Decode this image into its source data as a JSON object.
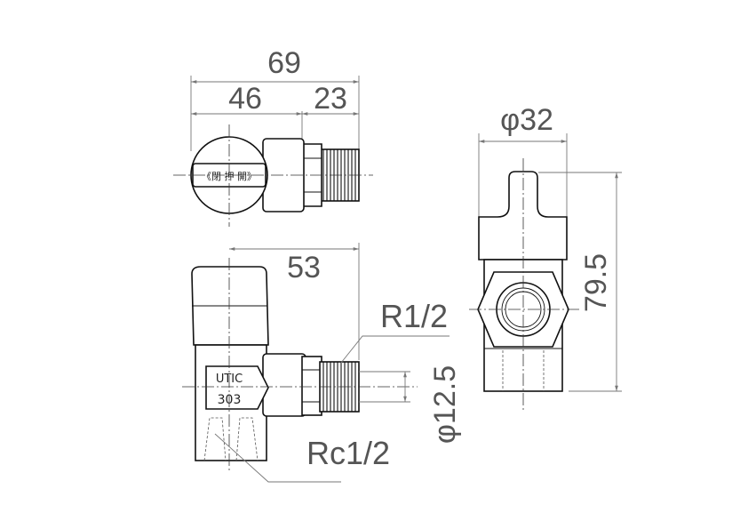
{
  "dimensions": {
    "overall_width": "69",
    "body_width": "46",
    "thread_length": "23",
    "height_to_center": "53",
    "diameter_32": "φ32",
    "overall_height": "79.5",
    "diameter_12_5": "φ12.5"
  },
  "labels": {
    "outlet_thread": "R1/2",
    "inlet_thread": "Rc1/2"
  },
  "plates": {
    "top_handle": "《閉 押 開》",
    "brand": "UTIC",
    "model": "303"
  }
}
